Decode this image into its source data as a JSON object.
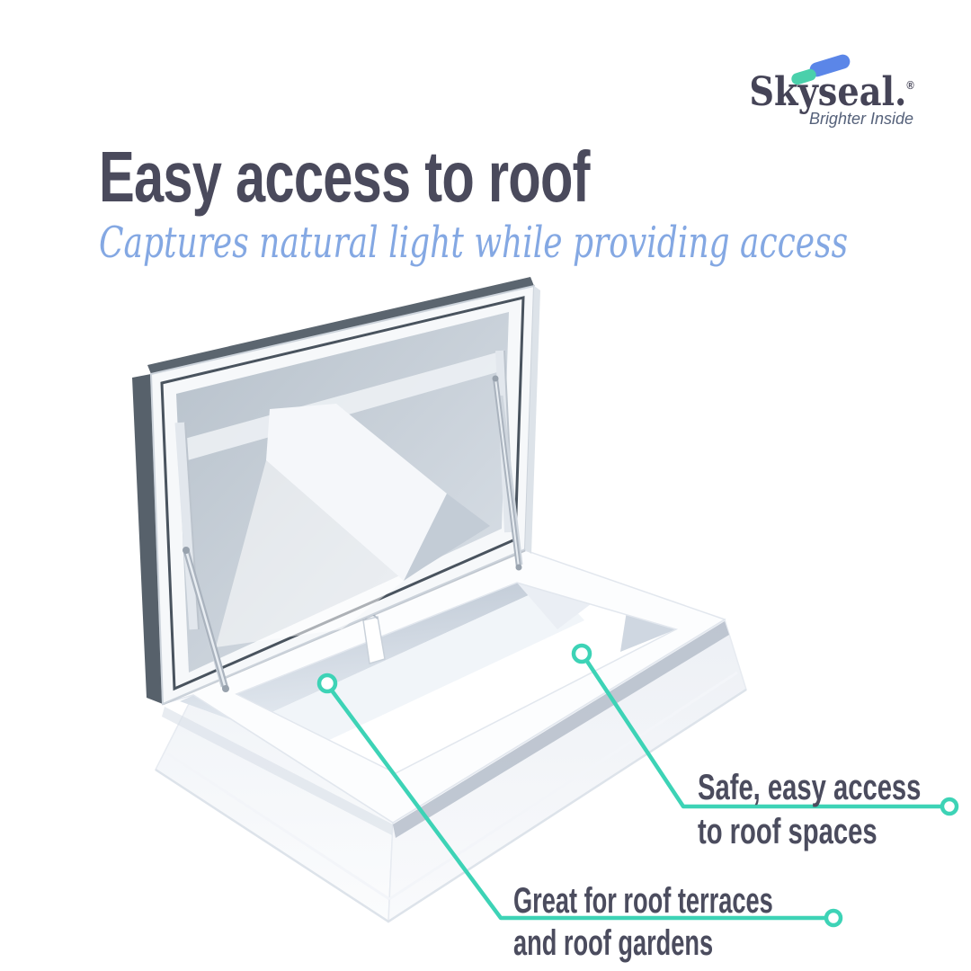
{
  "brand": {
    "name": "Skyseal.",
    "registered_mark": "®",
    "tagline": "Brighter Inside",
    "logo_blue": "#5b86e8",
    "logo_teal": "#4ad0ab",
    "text_color": "#454457",
    "tagline_color": "#55617a"
  },
  "header": {
    "title": "Easy access to roof",
    "title_color": "#4a4a5c",
    "subtitle": "Captures natural light while providing access",
    "subtitle_color": "#84a8e3"
  },
  "illustration": {
    "label": "Open roof access hatch with glazed lid on white upstand",
    "accent_color": "#3dd3b6",
    "lid_edge_color": "#57616b",
    "glass_color": "#c5cdd7"
  },
  "callouts": [
    {
      "id": "safe-access",
      "lines": [
        "Safe, easy access",
        "to roof spaces"
      ]
    },
    {
      "id": "roof-terraces",
      "lines": [
        "Great for roof terraces",
        "and roof gardens"
      ]
    }
  ],
  "colors": {
    "callout_text": "#4b4c5e",
    "teal_accent": "#3dd3b6",
    "background": "#ffffff"
  }
}
